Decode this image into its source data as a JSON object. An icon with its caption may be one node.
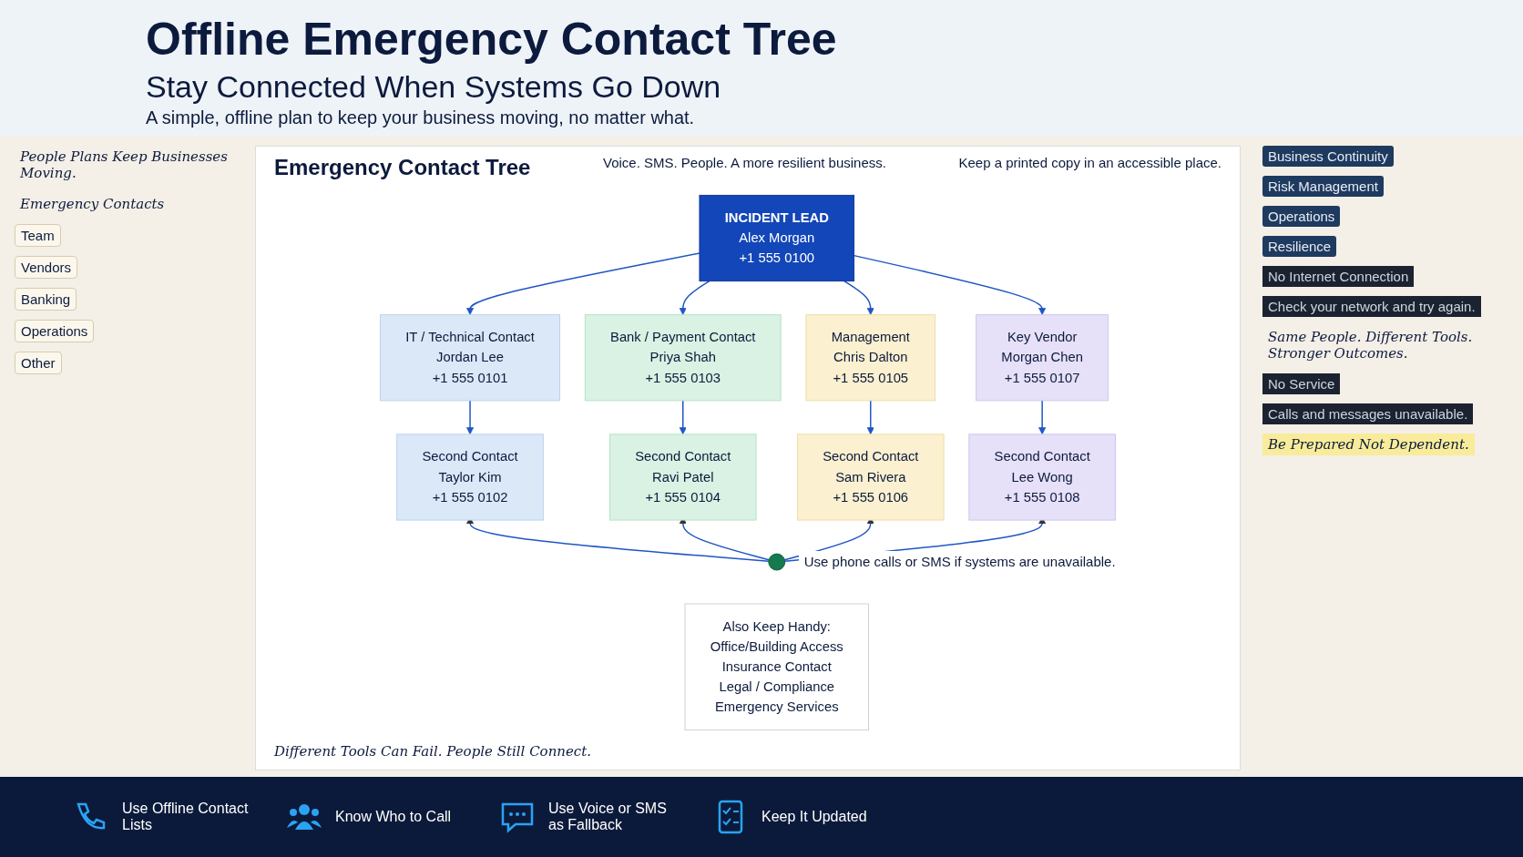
{
  "diagram": {
    "title": "Offline Emergency Contact Tree",
    "nodes": [
      {
        "text": [
          "INCIDENT LEAD",
          "Alex Morgan",
          "+1 555 0100"
        ]
      },
      {
        "text": [
          "IT / Technical Contact",
          "Jordan Lee",
          "+1 555 0101"
        ]
      },
      {
        "text": [
          "Bank / Payment Contact",
          "Priya Shah",
          "+1 555 0103"
        ]
      },
      {
        "text": [
          "Management",
          "Chris Dalton",
          "+1 555 0105"
        ]
      },
      {
        "text": [
          "Key Vendor",
          "Morgan Chen",
          "+1 555 0107"
        ]
      },
      {
        "text": [
          "Second Contact",
          "Taylor Kim",
          "+1 555 0102"
        ]
      },
      {
        "text": [
          "Second Contact",
          "Ravi Patel",
          "+1 555 0104"
        ]
      },
      {
        "text": [
          "Second Contact",
          "Sam Rivera",
          "+1 555 0106"
        ]
      },
      {
        "text": [
          "Second Contact",
          "Lee Wong",
          "+1 555 0108"
        ]
      },
      {
        "text": [],
        "shape": "circle",
        "beside": [
          "Use phone calls or SMS if systems are unavailable."
        ]
      },
      {
        "text": [
          "Also Keep Handy:",
          "Office/Building Access",
          "Insurance Contact",
          "Legal / Compliance",
          "Emergency Services"
        ]
      }
    ],
    "edges": [
      {
        "from": 0,
        "to": 1,
        "arrow": "to"
      },
      {
        "from": 0,
        "to": 2,
        "arrow": "to"
      },
      {
        "from": 0,
        "to": 3,
        "arrow": "to"
      },
      {
        "from": 0,
        "to": 4,
        "arrow": "to"
      },
      {
        "from": 1,
        "to": 5,
        "arrow": "to"
      },
      {
        "from": 2,
        "to": 6,
        "arrow": "to"
      },
      {
        "from": 3,
        "to": 7,
        "arrow": "to"
      },
      {
        "from": 4,
        "to": 8,
        "arrow": "to"
      },
      {
        "from": 9,
        "to": 5,
        "arrow": "to"
      },
      {
        "from": 9,
        "to": 6,
        "arrow": "to"
      },
      {
        "from": 9,
        "to": 7,
        "arrow": "to"
      },
      {
        "from": 9,
        "to": 8,
        "arrow": "to"
      }
    ],
    "labels": [
      "Stay Connected When Systems Go Down",
      "A simple, offline plan to keep your business moving, no matter what.",
      "People Plans Keep Businesses Moving.",
      "Emergency Contacts",
      "Team",
      "Vendors",
      "Banking",
      "Operations",
      "Other",
      "Emergency Contact Tree",
      "Voice. SMS. People. A more resilient business.",
      "Keep a printed copy in an accessible place.",
      "Business Continuity",
      "Risk Management",
      "Operations",
      "Resilience",
      "No Internet Connection",
      "Check your network and try again.",
      "Same People. Different Tools. Stronger Outcomes.",
      "No Service",
      "Calls and messages unavailable.",
      "Be Prepared Not Dependent.",
      "Different Tools Can Fail. People Still Connect.",
      "Use Offline Contact Lists",
      "Know Who to Call",
      "Use Voice or SMS as Fallback",
      "Keep It Updated"
    ]
  }
}
